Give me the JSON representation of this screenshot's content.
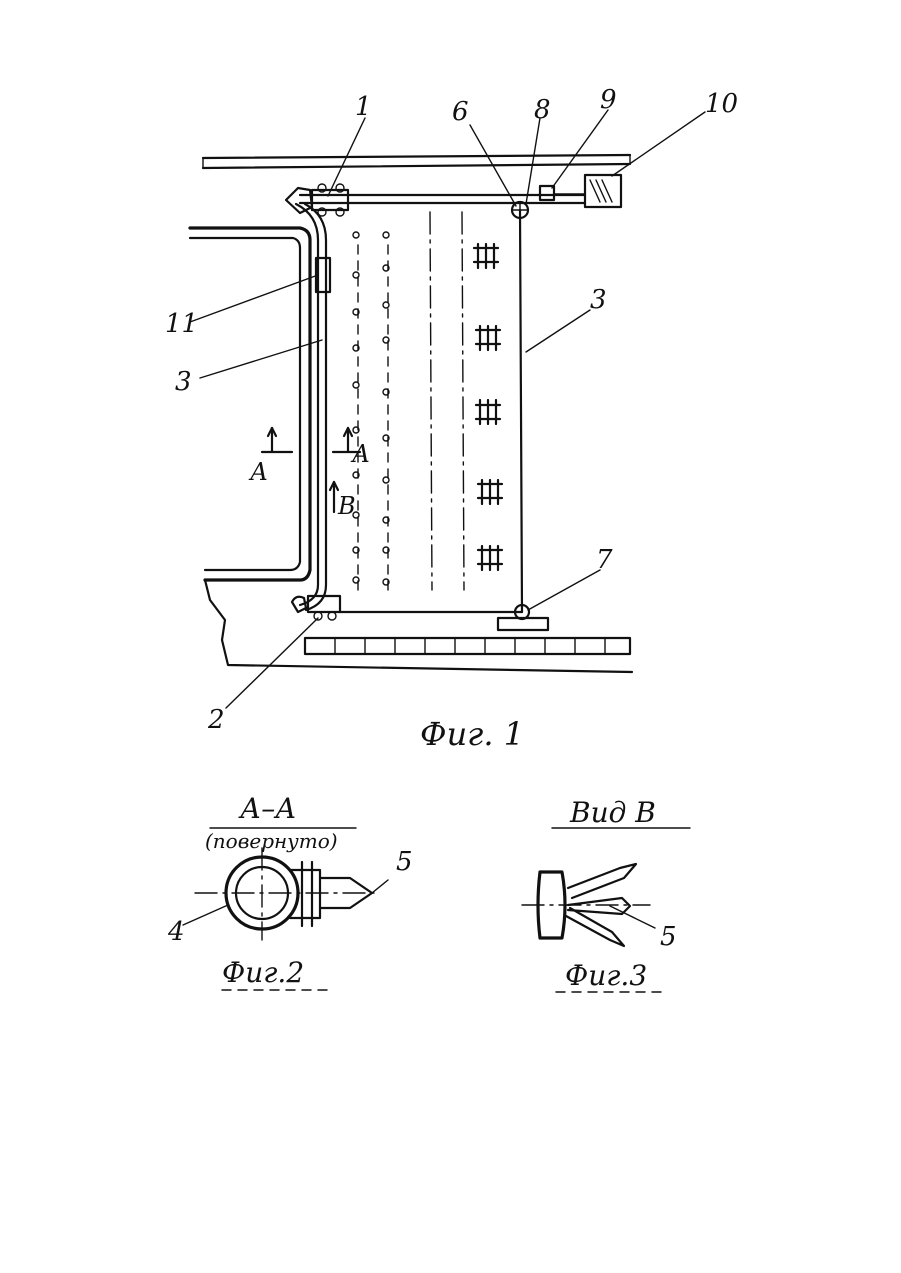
{
  "figures": {
    "fig1": {
      "caption": "Фиг. 1"
    },
    "fig2": {
      "caption": "Фиг.2",
      "section_title": "А–А",
      "section_note": "(повернуто)"
    },
    "fig3": {
      "caption": "Фиг.3",
      "view_title": "Вид В"
    }
  },
  "labels": {
    "n1": "1",
    "n2": "2",
    "n3a": "3",
    "n3b": "3",
    "n4": "4",
    "n5a": "5",
    "n5b": "5",
    "n6": "6",
    "n7": "7",
    "n8": "8",
    "n9": "9",
    "n10": "10",
    "n11": "11",
    "sectionA_left": "А",
    "sectionA_right": "А",
    "viewB": "В"
  },
  "colors": {
    "ink": "#111111",
    "paper": "#ffffff"
  }
}
